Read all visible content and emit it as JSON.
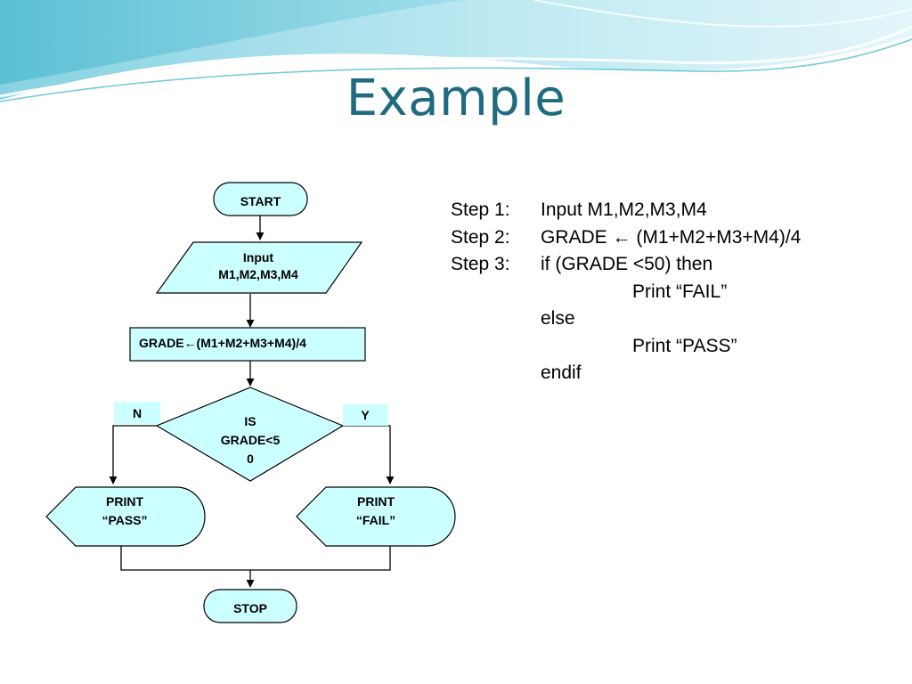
{
  "slide": {
    "title": "Example",
    "colors": {
      "title": "#1f6b80",
      "shape_fill": "#ccffff",
      "wave": "#7fd0df"
    }
  },
  "flowchart": {
    "start": "START",
    "input_line1": "Input",
    "input_line2": "M1,M2,M3,M4",
    "process": "GRADE←(M1+M2+M3+M4)/4",
    "decision_line1": "IS",
    "decision_line2": "GRADE<5",
    "decision_line3": "0",
    "label_no": "N",
    "label_yes": "Y",
    "print_pass_line1": "PRINT",
    "print_pass_line2": "“PASS”",
    "print_fail_line1": "PRINT",
    "print_fail_line2": "“FAIL”",
    "stop": "STOP"
  },
  "pseudocode": {
    "step1_label": "Step 1:",
    "step1_text": "Input M1,M2,M3,M4",
    "step2_label": "Step 2:",
    "step2_text": "GRADE ← (M1+M2+M3+M4)/4",
    "step3_label": "Step 3:",
    "step3_text": "if (GRADE <50) then",
    "print_fail": "Print “FAIL”",
    "else": "else",
    "print_pass": "Print “PASS”",
    "endif": "endif"
  }
}
